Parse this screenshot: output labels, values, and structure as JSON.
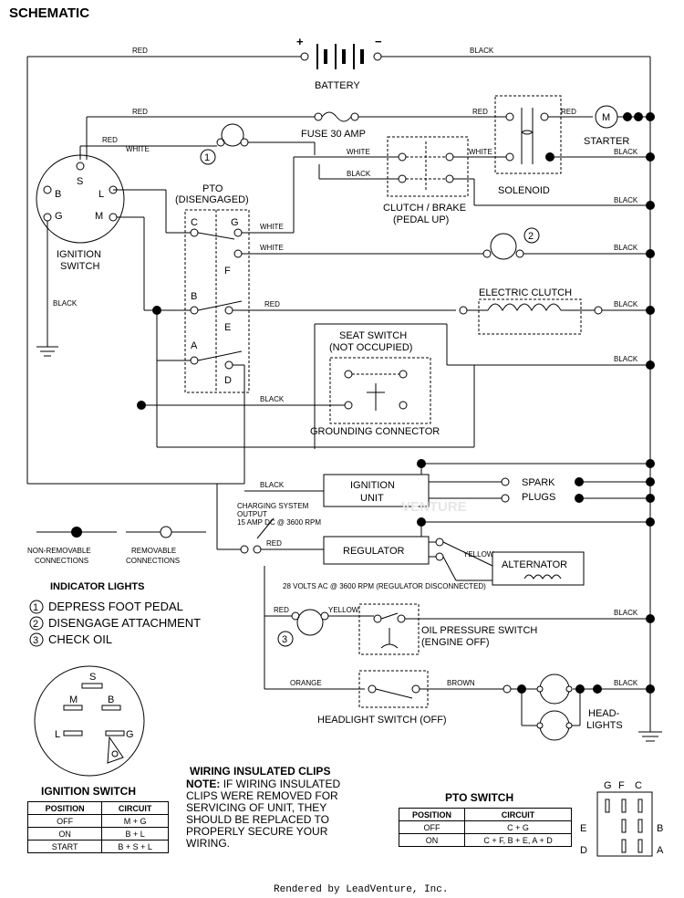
{
  "title": "SCHEMATIC",
  "components": {
    "battery": "BATTERY",
    "battery_plus": "+",
    "battery_minus": "−",
    "fuse": "FUSE 30 AMP",
    "starter": "STARTER",
    "starter_symbol": "M",
    "solenoid": "SOLENOID",
    "clutch_brake": "CLUTCH / BRAKE",
    "pedal_up": "(PEDAL UP)",
    "pto": "PTO",
    "pto_state": "(DISENGAGED)",
    "ignition_switch": "IGNITION",
    "ignition_switch2": "SWITCH",
    "electric_clutch": "ELECTRIC CLUTCH",
    "seat_switch": "SEAT SWITCH",
    "seat_state": "(NOT OCCUPIED)",
    "grounding_connector": "GROUNDING CONNECTOR",
    "ignition_unit": "IGNITION",
    "ignition_unit2": "UNIT",
    "spark_plugs": "SPARK",
    "spark_plugs2": "PLUGS",
    "charging_output": "CHARGING SYSTEM",
    "charging_output2": "OUTPUT",
    "charging_output3": "15 AMP DC @ 3600 RPM",
    "regulator": "REGULATOR",
    "alternator": "ALTERNATOR",
    "alt_note": "28 VOLTS AC @ 3600 RPM (REGULATOR DISCONNECTED)",
    "oil_switch": "OIL PRESSURE SWITCH",
    "oil_state": "(ENGINE OFF)",
    "headlight_switch": "HEADLIGHT SWITCH (OFF)",
    "headlights": "HEAD-",
    "headlights2": "LIGHTS",
    "watermark": "VENTURE"
  },
  "wire_labels": {
    "red": "RED",
    "black": "BLACK",
    "white": "WHITE",
    "yellow": "YELLOW",
    "orange": "ORANGE",
    "brown": "BROWN"
  },
  "terminals": {
    "s": "S",
    "b": "B",
    "l": "L",
    "g": "G",
    "m": "M",
    "c": "C",
    "f": "F",
    "e": "E",
    "a": "A",
    "d": "D"
  },
  "indicator_numbers": [
    "1",
    "2",
    "3"
  ],
  "legend": {
    "non_removable": "NON-REMOVABLE",
    "removable": "REMOVABLE",
    "connections": "CONNECTIONS"
  },
  "indicator_lights": {
    "title": "INDICATOR LIGHTS",
    "items": [
      {
        "num": "1",
        "text": "DEPRESS FOOT PEDAL"
      },
      {
        "num": "2",
        "text": "DISENGAGE ATTACHMENT"
      },
      {
        "num": "3",
        "text": "CHECK OIL"
      }
    ]
  },
  "ignition_table": {
    "title": "IGNITION SWITCH",
    "headers": [
      "POSITION",
      "CIRCUIT"
    ],
    "rows": [
      [
        "OFF",
        "M + G"
      ],
      [
        "ON",
        "B + L"
      ],
      [
        "START",
        "B + S + L"
      ]
    ]
  },
  "pto_table": {
    "title": "PTO SWITCH",
    "headers": [
      "POSITION",
      "CIRCUIT"
    ],
    "rows": [
      [
        "OFF",
        "C + G"
      ],
      [
        "ON",
        "C + F, B + E, A + D"
      ]
    ]
  },
  "wiring_clips": {
    "title": "WIRING INSULATED CLIPS",
    "note_label": "NOTE:",
    "lines": [
      "IF WIRING INSULATED",
      "CLIPS WERE REMOVED FOR",
      "SERVICING OF UNIT, THEY",
      "SHOULD BE REPLACED TO",
      "PROPERLY SECURE YOUR",
      "WIRING."
    ]
  },
  "footer": "Rendered by LeadVenture, Inc."
}
